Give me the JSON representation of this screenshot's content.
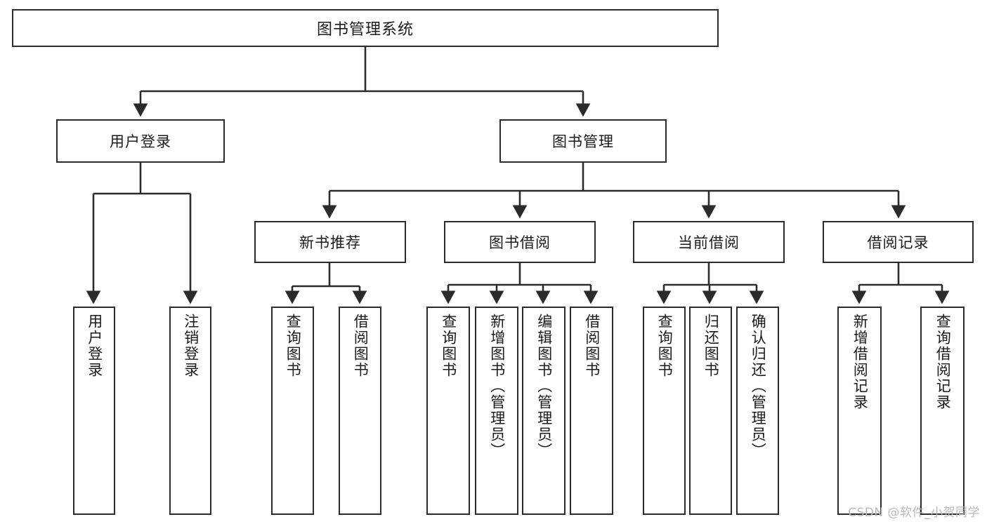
{
  "diagram": {
    "title": "图书管理系统",
    "type": "tree-hierarchy",
    "watermark": "CSDN @软件_小贺同学",
    "root": {
      "label": "图书管理系统"
    },
    "level2": [
      {
        "label": "用户登录"
      },
      {
        "label": "图书管理"
      }
    ],
    "level3": [
      {
        "label": "新书推荐"
      },
      {
        "label": "图书借阅"
      },
      {
        "label": "当前借阅"
      },
      {
        "label": "借阅记录"
      }
    ],
    "leaves": {
      "user_login": [
        {
          "label": "用户登录"
        },
        {
          "label": "注销登录"
        }
      ],
      "new_book_recommend": [
        {
          "label": "查询图书"
        },
        {
          "label": "借阅图书"
        }
      ],
      "book_borrow": [
        {
          "label": "查询图书"
        },
        {
          "label": "新增图书（管理员）"
        },
        {
          "label": "编辑图书（管理员）"
        },
        {
          "label": "借阅图书"
        }
      ],
      "current_borrow": [
        {
          "label": "查询图书"
        },
        {
          "label": "归还图书"
        },
        {
          "label": "确认归还（管理员）"
        }
      ],
      "borrow_records": [
        {
          "label": "新增借阅记录"
        },
        {
          "label": "查询借阅记录"
        }
      ]
    },
    "colors": {
      "stroke": "#2b2b2b",
      "fill": "#ffffff",
      "text": "#1a1a1a",
      "watermark": "#b9b9b9"
    }
  }
}
